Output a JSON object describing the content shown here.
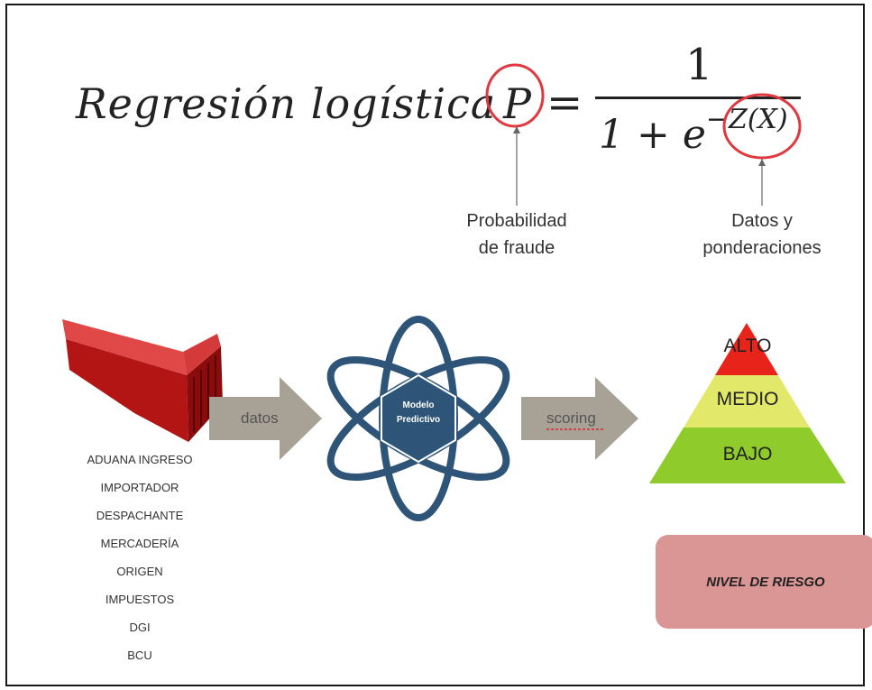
{
  "formula": {
    "title": "Regresión logística",
    "p": "P",
    "equals": "=",
    "numerator": "1",
    "denominator_base": "1 + e",
    "exponent": "−Z(X)"
  },
  "annotations": {
    "prob_line1": "Probabilidad",
    "prob_line2": "de fraude",
    "datos_line1": "Datos y",
    "datos_line2": "ponderaciones"
  },
  "inputs": [
    "ADUANA INGRESO",
    "IMPORTADOR",
    "DESPACHANTE",
    "MERCADERÍA",
    "ORIGEN",
    "IMPUESTOS",
    "DGI",
    "BCU"
  ],
  "arrows": {
    "first": "datos",
    "second": "scoring"
  },
  "model": {
    "line1": "Modelo",
    "line2": "Predictivo"
  },
  "pyramid": {
    "top": "ALTO",
    "middle": "MEDIO",
    "bottom": "BAJO",
    "colors": {
      "top": "#e8231a",
      "middle": "#e2e86a",
      "bottom": "#8ecb2b"
    }
  },
  "risk_box": {
    "label": "NIVEL DE RIESGO",
    "color": "#d99694"
  },
  "colors": {
    "circle": "#e0383e",
    "atom": "#2e5577",
    "arrow": "#a8a196",
    "container": "#c01818"
  }
}
